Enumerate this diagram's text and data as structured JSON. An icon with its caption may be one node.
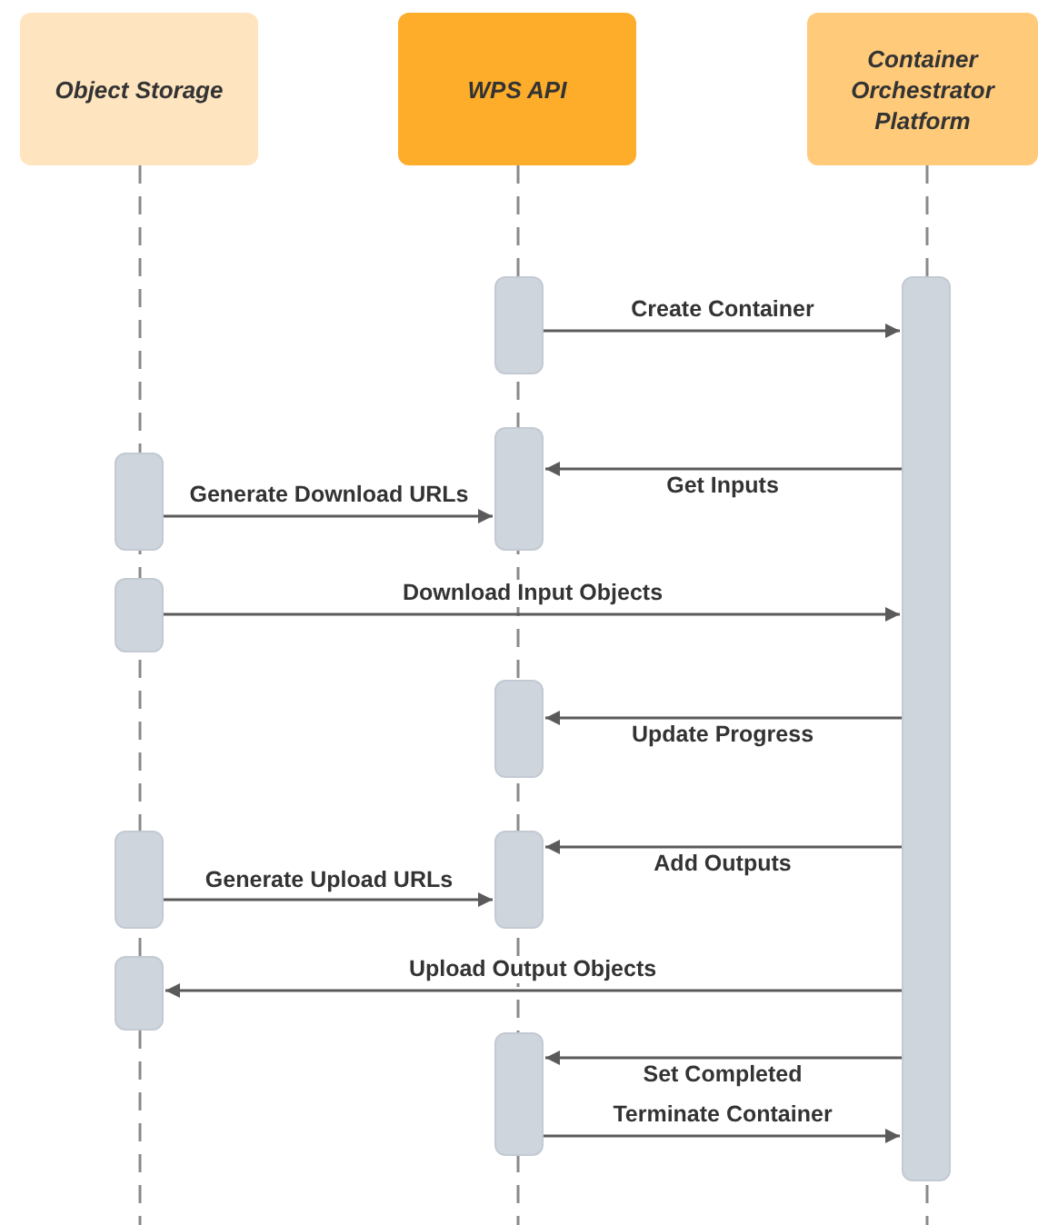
{
  "diagram": {
    "nodes": [
      {
        "text": [
          "Object Storage"
        ]
      },
      {
        "text": [
          "WPS API"
        ]
      },
      {
        "text": [
          "Container Orchestrator Platform"
        ]
      },
      {
        "text": [],
        "shape": "bar"
      },
      {
        "text": [],
        "shape": "bar"
      },
      {
        "text": [],
        "shape": "bar"
      },
      {
        "text": [],
        "shape": "bar"
      },
      {
        "text": [],
        "shape": "bar"
      },
      {
        "text": [],
        "shape": "bar"
      },
      {
        "text": [],
        "shape": "bar"
      },
      {
        "text": [],
        "shape": "bar"
      },
      {
        "text": [],
        "shape": "bar"
      },
      {
        "text": [],
        "shape": "bar"
      }
    ],
    "edges": [
      {
        "from": 3,
        "to": 4,
        "arrow": "to",
        "label": "Create Container"
      },
      {
        "from": 4,
        "to": 5,
        "arrow": "to",
        "label": "Get Inputs"
      },
      {
        "from": 6,
        "to": 5,
        "arrow": "to",
        "label": "Generate Download URLs"
      },
      {
        "from": 7,
        "to": 4,
        "arrow": "to",
        "label": "Download Input Objects"
      },
      {
        "from": 4,
        "to": 8,
        "arrow": "to",
        "label": "Update Progress"
      },
      {
        "from": 4,
        "to": 10,
        "arrow": "to",
        "label": "Add Outputs"
      },
      {
        "from": 9,
        "to": 10,
        "arrow": "to",
        "label": "Generate Upload URLs"
      },
      {
        "from": 4,
        "to": 11,
        "arrow": "to",
        "label": "Upload Output Objects"
      },
      {
        "from": 4,
        "to": 12,
        "arrow": "to",
        "label": "Set Completed"
      },
      {
        "from": 12,
        "to": 4,
        "arrow": "to",
        "label": "Terminate Container"
      }
    ]
  }
}
